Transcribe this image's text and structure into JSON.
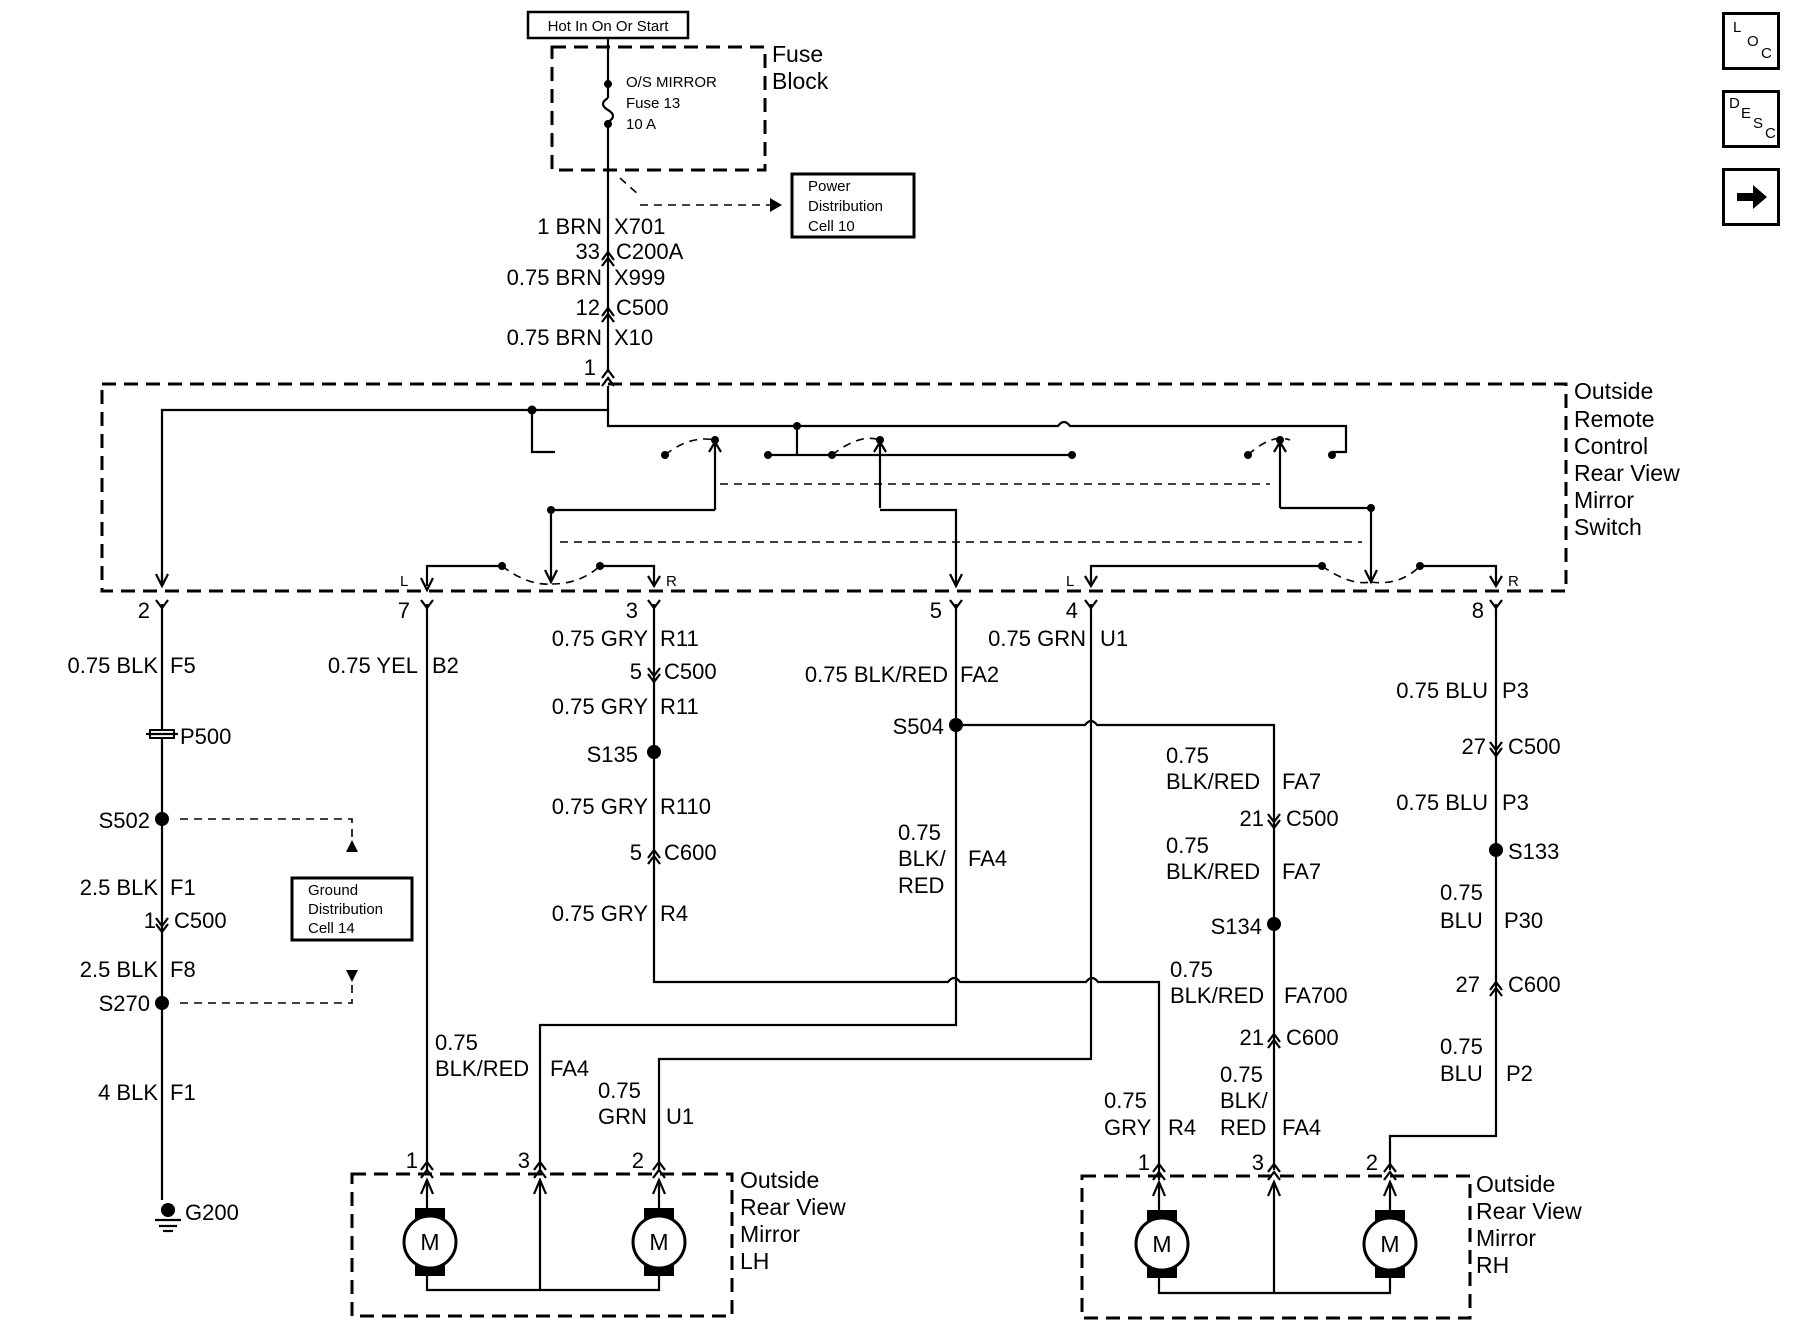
{
  "nav": {
    "loc": {
      "a": "L",
      "b": "O",
      "c": "C"
    },
    "desc": {
      "a": "D",
      "b": "E",
      "c": "S",
      "d": "C"
    }
  },
  "power": {
    "hot_label": "Hot In On Or Start",
    "fuse_block_l1": "Fuse",
    "fuse_block_l2": "Block",
    "fuse_name": "O/S MIRROR",
    "fuse_no": "Fuse 13",
    "fuse_rating": "10 A",
    "pd_l1": "Power",
    "pd_l2": "Distribution",
    "pd_l3": "Cell 10"
  },
  "feed": {
    "w1": "1 BRN",
    "c1": "X701",
    "p1": "33",
    "c2": "C200A",
    "w2": "0.75 BRN",
    "c3": "X999",
    "p2": "12",
    "c4": "C500",
    "w3": "0.75 BRN",
    "c5": "X10",
    "pin": "1"
  },
  "switch": {
    "l1": "Outside",
    "l2": "Remote",
    "l3": "Control",
    "l4": "Rear View",
    "l5": "Mirror",
    "l6": "Switch",
    "L1": "L",
    "R1": "R",
    "L2": "L",
    "R2": "R"
  },
  "pins": {
    "p2": "2",
    "p7": "7",
    "p3": "3",
    "p5": "5",
    "p4": "4",
    "p8": "8"
  },
  "ground": {
    "w1": "0.75 BLK",
    "c1": "F5",
    "p500": "P500",
    "s502": "S502",
    "w2": "2.5 BLK",
    "c2": "F1",
    "pin1": "1",
    "c500": "C500",
    "w3": "2.5 BLK",
    "c3": "F8",
    "s270": "S270",
    "w4": "4 BLK",
    "c4": "F1",
    "g200": "G200",
    "gd_l1": "Ground",
    "gd_l2": "Distribution",
    "gd_l3": "Cell 14"
  },
  "yel": {
    "w": "0.75 YEL",
    "c": "B2"
  },
  "gry": {
    "w1": "0.75 GRY",
    "c1": "R11",
    "p1": "5",
    "conn1": "C500",
    "w2": "0.75 GRY",
    "c2": "R11",
    "s135": "S135",
    "w3": "0.75 GRY",
    "c3": "R110",
    "p2": "5",
    "conn2": "C600",
    "w4": "0.75 GRY",
    "c4": "R4"
  },
  "blkred": {
    "w1": "0.75 BLK/RED",
    "c1": "FA2",
    "s504": "S504",
    "w2a": "0.75",
    "w2b": "BLK/",
    "w2c": "RED",
    "c2": "FA4"
  },
  "grn": {
    "w": "0.75 GRN",
    "c": "U1"
  },
  "rblkred": {
    "w1a": "0.75",
    "w1b": "BLK/RED",
    "c1": "FA7",
    "p1": "21",
    "conn1": "C500",
    "w2a": "0.75",
    "w2b": "BLK/RED",
    "c2": "FA7",
    "s134": "S134",
    "w3a": "0.75",
    "w3b": "BLK/RED",
    "c3": "FA700",
    "p2": "21",
    "conn2": "C600",
    "w4a": "0.75",
    "w4b": "BLK/",
    "w4c": "RED",
    "c4": "FA4"
  },
  "blu": {
    "w1": "0.75 BLU",
    "c1": "P3",
    "p1": "27",
    "conn1": "C500",
    "w2": "0.75 BLU",
    "c2": "P3",
    "s133": "S133",
    "w3a": "0.75",
    "w3b": "BLU",
    "c3": "P30",
    "p2": "27",
    "conn2": "C600",
    "w4a": "0.75",
    "w4b": "BLU",
    "c4": "P2"
  },
  "lh": {
    "w1a": "0.75",
    "w1b": "BLK/RED",
    "c1": "FA4",
    "w2a": "0.75",
    "w2b": "GRN",
    "c2": "U1",
    "pin1": "1",
    "pin3": "3",
    "pin2": "2",
    "m1": "M",
    "m2": "M",
    "l1": "Outside",
    "l2": "Rear View",
    "l3": "Mirror",
    "l4": "LH"
  },
  "rh": {
    "w1a": "0.75",
    "w1b": "GRY",
    "c1": "R4",
    "pin1": "1",
    "pin3": "3",
    "pin2": "2",
    "m1": "M",
    "m2": "M",
    "l1": "Outside",
    "l2": "Rear View",
    "l3": "Mirror",
    "l4": "RH"
  }
}
